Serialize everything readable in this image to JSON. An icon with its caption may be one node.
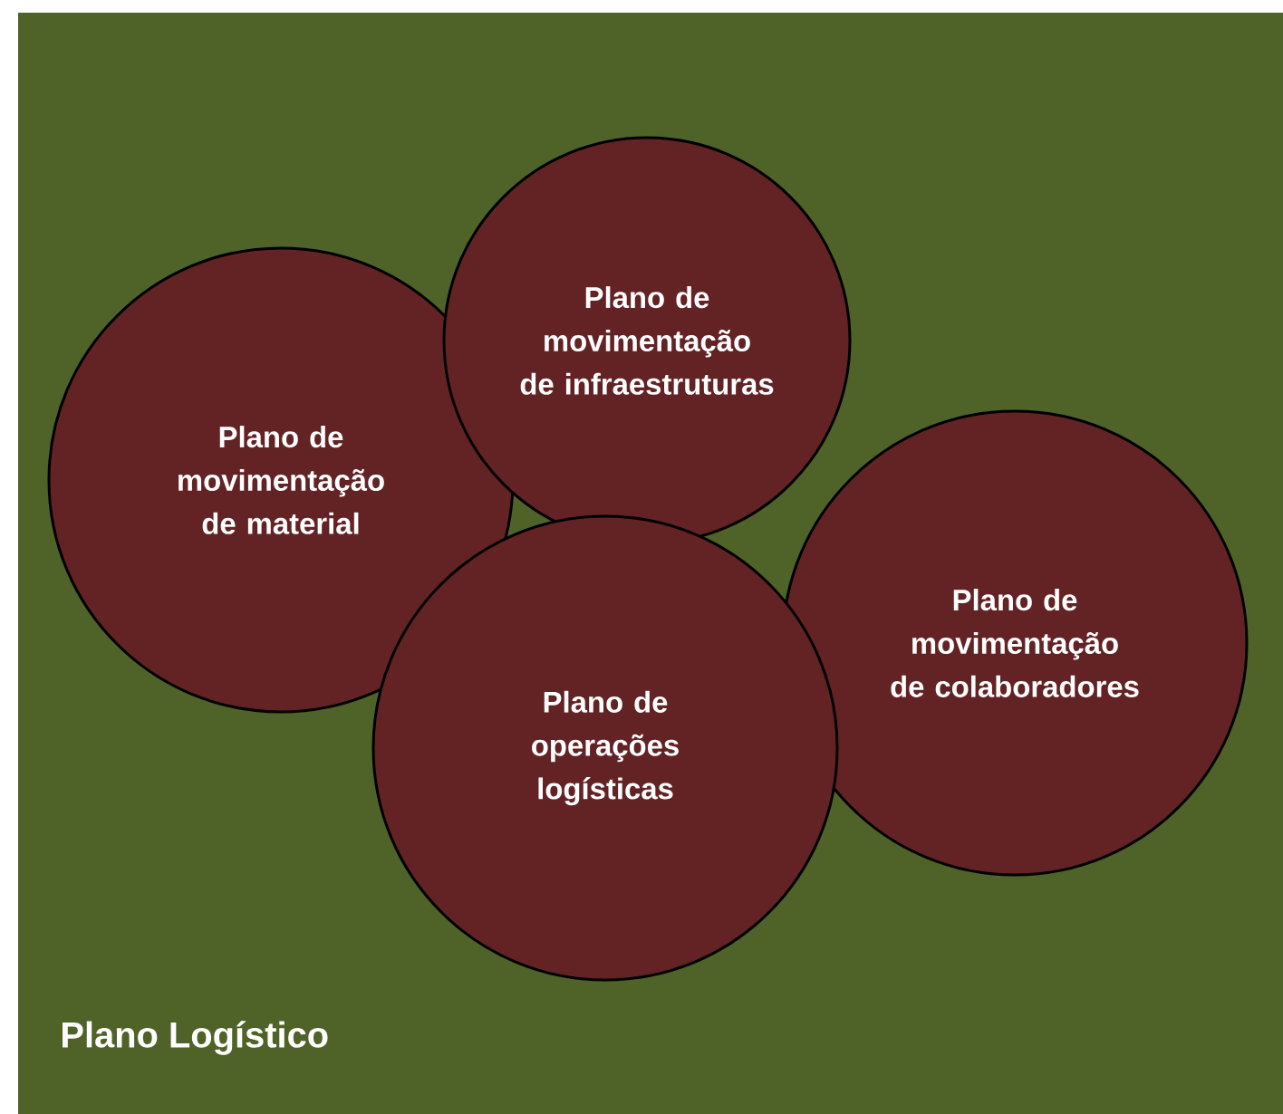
{
  "diagram": {
    "nodes": [
      {
        "text": [
          "Plano Logístico"
        ]
      },
      {
        "text": [
          "Plano de movimentação de material"
        ],
        "in": 0
      },
      {
        "text": [
          "Plano de movimentação de infraestruturas"
        ],
        "in": 0
      },
      {
        "text": [
          "Plano de movimentação de colaboradores"
        ],
        "in": 0
      },
      {
        "text": [
          "Plano de operações logísticas"
        ],
        "in": 0
      }
    ]
  }
}
